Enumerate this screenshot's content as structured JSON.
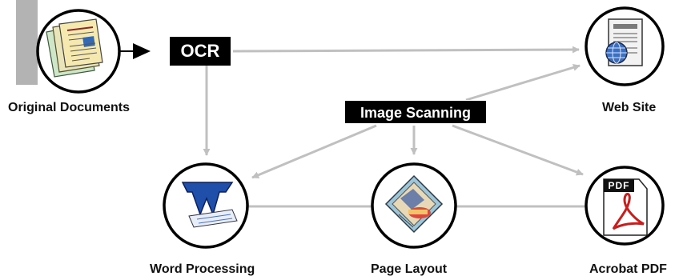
{
  "title": "",
  "colors": {
    "connector": "#c0c0c0",
    "accent_bar": "#b3b3b3",
    "tag_background": "#000000",
    "tag_text": "#ffffff",
    "arrow_black": "#000000"
  },
  "tags": {
    "ocr": "OCR",
    "image_scanning": "Image Scanning"
  },
  "nodes": {
    "original_documents": {
      "label": "Original Documents",
      "icon": "documents-stack-icon"
    },
    "web_site": {
      "label": "Web Site",
      "icon": "web-page-globe-icon"
    },
    "word_processing": {
      "label": "Word Processing",
      "icon": "word-processor-icon"
    },
    "page_layout": {
      "label": "Page Layout",
      "icon": "page-layout-icon"
    },
    "acrobat_pdf": {
      "label": "Acrobat PDF",
      "icon": "acrobat-pdf-icon"
    }
  }
}
